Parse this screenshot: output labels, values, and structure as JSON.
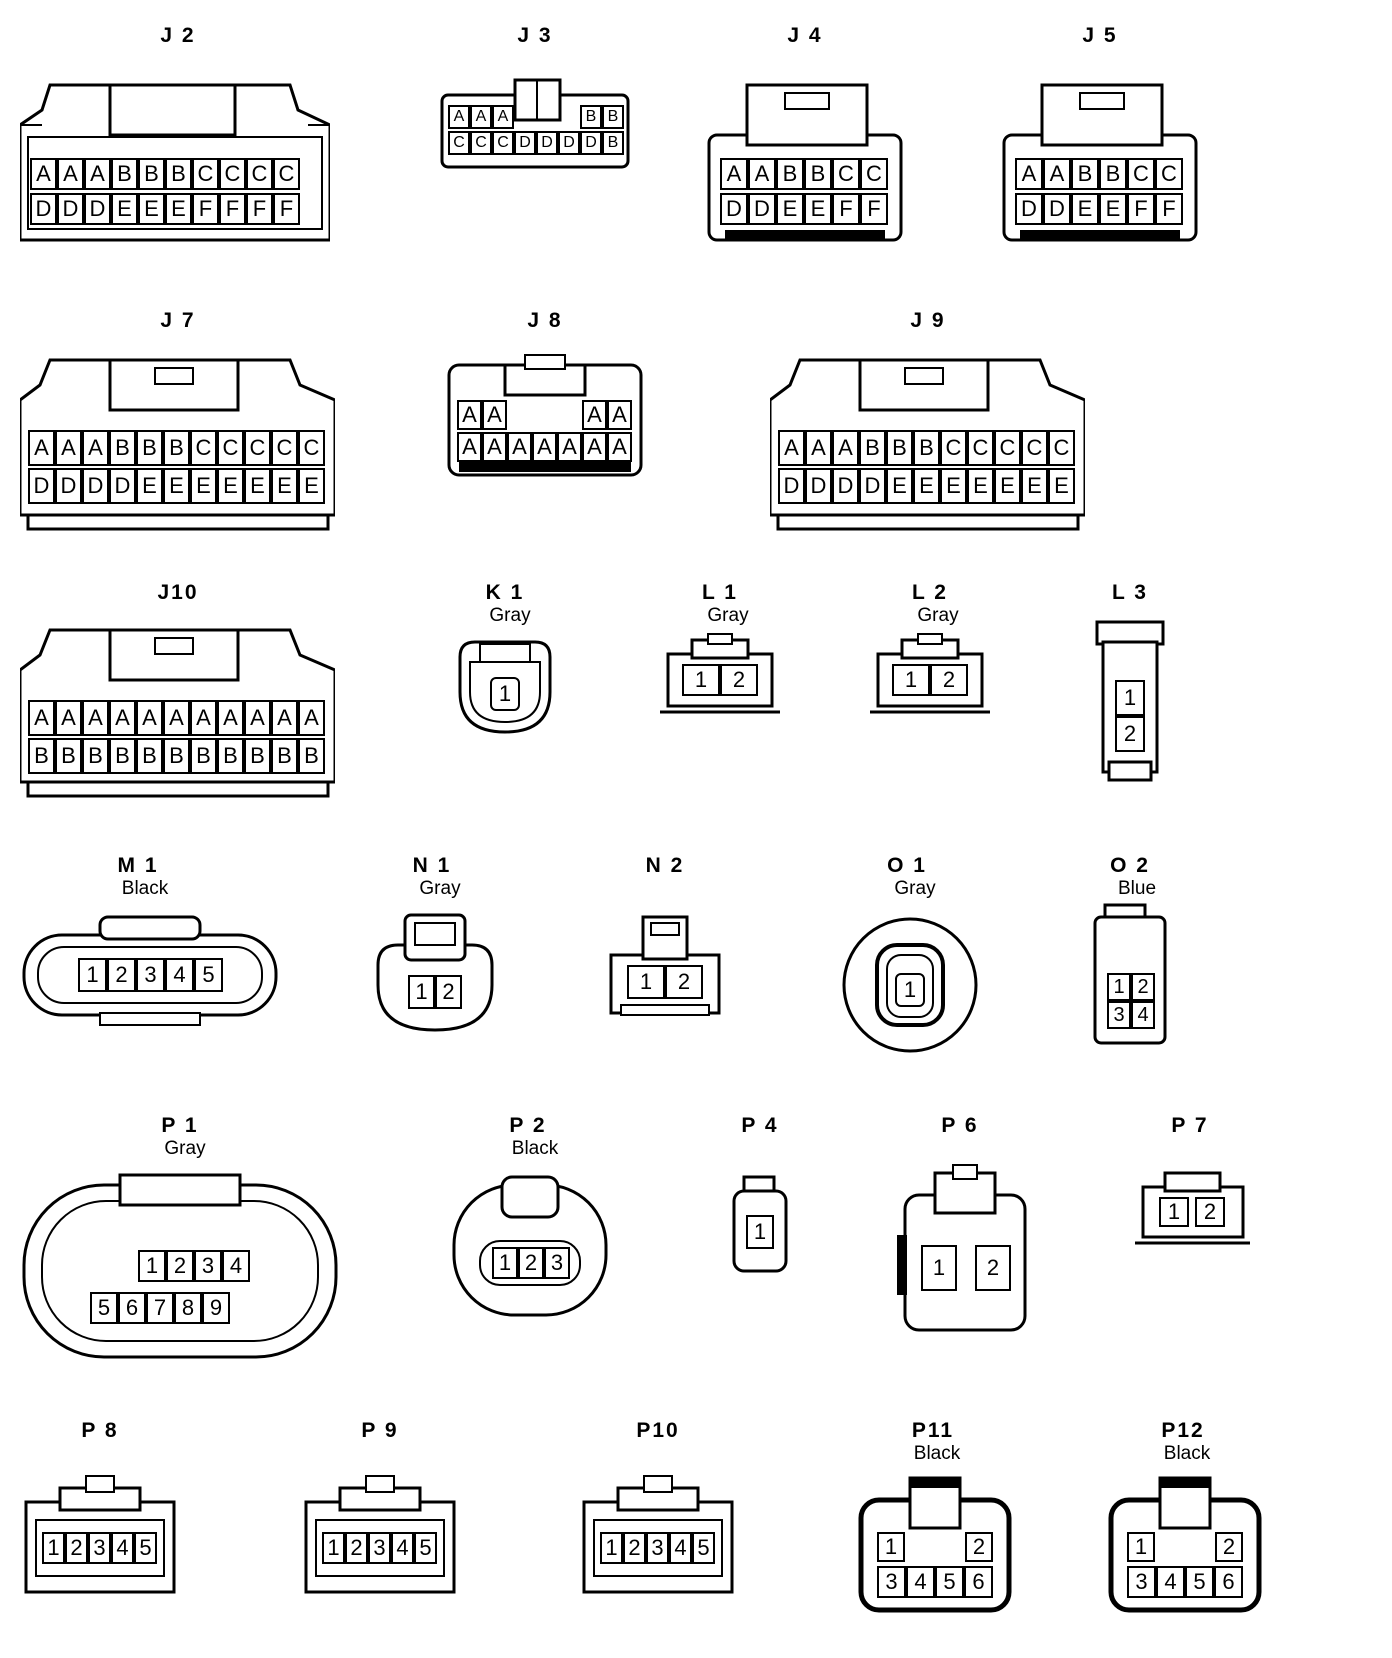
{
  "connectors": {
    "J2": {
      "label": "J 2",
      "color": "",
      "rows": [
        [
          "A",
          "A",
          "A",
          "B",
          "B",
          "B",
          "C",
          "C",
          "C",
          "C"
        ],
        [
          "D",
          "D",
          "D",
          "E",
          "E",
          "E",
          "F",
          "F",
          "F",
          "F"
        ]
      ]
    },
    "J3": {
      "label": "J 3",
      "color": "",
      "rows": [
        [
          "A",
          "A",
          "A",
          "",
          "",
          "",
          "B",
          "B"
        ],
        [
          "C",
          "C",
          "C",
          "D",
          "D",
          "D",
          "D",
          "B"
        ]
      ]
    },
    "J4": {
      "label": "J 4",
      "color": "",
      "rows": [
        [
          "A",
          "A",
          "B",
          "B",
          "C",
          "C"
        ],
        [
          "D",
          "D",
          "E",
          "E",
          "F",
          "F"
        ]
      ]
    },
    "J5": {
      "label": "J 5",
      "color": "",
      "rows": [
        [
          "A",
          "A",
          "B",
          "B",
          "C",
          "C"
        ],
        [
          "D",
          "D",
          "E",
          "E",
          "F",
          "F"
        ]
      ]
    },
    "J7": {
      "label": "J 7",
      "color": "",
      "rows": [
        [
          "A",
          "A",
          "A",
          "B",
          "B",
          "B",
          "C",
          "C",
          "C",
          "C",
          "C"
        ],
        [
          "D",
          "D",
          "D",
          "D",
          "E",
          "E",
          "E",
          "E",
          "E",
          "E",
          "E"
        ]
      ]
    },
    "J8": {
      "label": "J 8",
      "color": "",
      "rows": [
        [
          "A",
          "A",
          "",
          "",
          "",
          "A",
          "A"
        ],
        [
          "A",
          "A",
          "A",
          "A",
          "A",
          "A",
          "A"
        ]
      ]
    },
    "J9": {
      "label": "J 9",
      "color": "",
      "rows": [
        [
          "A",
          "A",
          "A",
          "B",
          "B",
          "B",
          "C",
          "C",
          "C",
          "C",
          "C"
        ],
        [
          "D",
          "D",
          "D",
          "D",
          "E",
          "E",
          "E",
          "E",
          "E",
          "E",
          "E"
        ]
      ]
    },
    "J10": {
      "label": "J10",
      "color": "",
      "rows": [
        [
          "A",
          "A",
          "A",
          "A",
          "A",
          "A",
          "A",
          "A",
          "A",
          "A",
          "A"
        ],
        [
          "B",
          "B",
          "B",
          "B",
          "B",
          "B",
          "B",
          "B",
          "B",
          "B",
          "B"
        ]
      ]
    },
    "K1": {
      "label": "K 1",
      "color": "Gray",
      "pins": [
        "1"
      ]
    },
    "L1": {
      "label": "L 1",
      "color": "Gray",
      "pins": [
        "1",
        "2"
      ]
    },
    "L2": {
      "label": "L 2",
      "color": "Gray",
      "pins": [
        "1",
        "2"
      ]
    },
    "L3": {
      "label": "L 3",
      "color": "",
      "pins": [
        "1",
        "2"
      ]
    },
    "M1": {
      "label": "M 1",
      "color": "Black",
      "pins": [
        "1",
        "2",
        "3",
        "4",
        "5"
      ]
    },
    "N1": {
      "label": "N 1",
      "color": "Gray",
      "pins": [
        "1",
        "2"
      ]
    },
    "N2": {
      "label": "N 2",
      "color": "",
      "pins": [
        "1",
        "2"
      ]
    },
    "O1": {
      "label": "O 1",
      "color": "Gray",
      "pins": [
        "1"
      ]
    },
    "O2": {
      "label": "O 2",
      "color": "Blue",
      "pins": [
        "1",
        "2",
        "3",
        "4"
      ]
    },
    "P1": {
      "label": "P 1",
      "color": "Gray",
      "pins": [
        "1",
        "2",
        "3",
        "4",
        "5",
        "6",
        "7",
        "8",
        "9"
      ]
    },
    "P2": {
      "label": "P 2",
      "color": "Black",
      "pins": [
        "1",
        "2",
        "3"
      ]
    },
    "P4": {
      "label": "P 4",
      "color": "",
      "pins": [
        "1"
      ]
    },
    "P6": {
      "label": "P 6",
      "color": "",
      "pins": [
        "1",
        "2"
      ]
    },
    "P7": {
      "label": "P 7",
      "color": "",
      "pins": [
        "1",
        "2"
      ]
    },
    "P8": {
      "label": "P 8",
      "color": "",
      "pins": [
        "1",
        "2",
        "3",
        "4",
        "5"
      ]
    },
    "P9": {
      "label": "P 9",
      "color": "",
      "pins": [
        "1",
        "2",
        "3",
        "4",
        "5"
      ]
    },
    "P10": {
      "label": "P10",
      "color": "",
      "pins": [
        "1",
        "2",
        "3",
        "4",
        "5"
      ]
    },
    "P11": {
      "label": "P11",
      "color": "Black",
      "pins": [
        "1",
        "2",
        "3",
        "4",
        "5",
        "6"
      ]
    },
    "P12": {
      "label": "P12",
      "color": "Black",
      "pins": [
        "1",
        "2",
        "3",
        "4",
        "5",
        "6"
      ]
    }
  }
}
